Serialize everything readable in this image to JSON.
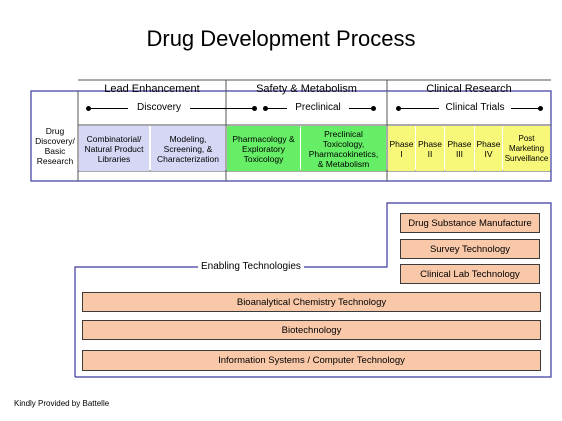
{
  "title": "Drug Development Process",
  "stages": {
    "lead_enhancement": "Lead Enhancement",
    "safety_metabolism": "Safety & Metabolism",
    "clinical_research": "Clinical Research"
  },
  "phases": {
    "discovery": "Discovery",
    "preclinical": "Preclinical",
    "clinical_trials": "Clinical Trials"
  },
  "left_label": [
    "Drug",
    "Discovery/",
    "Basic",
    "Research"
  ],
  "cells": [
    {
      "lines": [
        "Combinatorial/",
        "Natural Product",
        "Libraries"
      ],
      "color": "#d6d6f5"
    },
    {
      "lines": [
        "Modeling,",
        "Screening, &",
        "Characterization"
      ],
      "color": "#d6d6f5"
    },
    {
      "lines": [
        "Pharmacology &",
        "Exploratory",
        "Toxicology"
      ],
      "color": "#66ee66"
    },
    {
      "lines": [
        "Preclinical",
        "Toxicology,",
        "Pharmacokinetics,",
        "& Metabolism"
      ],
      "color": "#66ee66"
    },
    {
      "lines": [
        "Phase",
        "I"
      ],
      "color": "#f7f77a"
    },
    {
      "lines": [
        "Phase",
        "II"
      ],
      "color": "#f7f77a"
    },
    {
      "lines": [
        "Phase",
        "III"
      ],
      "color": "#f7f77a"
    },
    {
      "lines": [
        "Phase",
        "IV"
      ],
      "color": "#f7f77a"
    },
    {
      "lines": [
        "Post",
        "Marketing",
        "Surveillance"
      ],
      "color": "#f7f77a"
    }
  ],
  "enabling_label": "Enabling Technologies",
  "technologies": [
    "Drug Substance Manufacture",
    "Survey Technology",
    "Clinical Lab Technology",
    "Bioanalytical Chemistry Technology",
    "Biotechnology",
    "Information Systems / Computer Technology"
  ],
  "credit": "Kindly Provided by Battelle",
  "colors": {
    "frame": "#3a3aa0",
    "lavender": "#d6d6f5",
    "green": "#66ee66",
    "yellow": "#f7f77a",
    "peach": "#f8c8a8"
  }
}
